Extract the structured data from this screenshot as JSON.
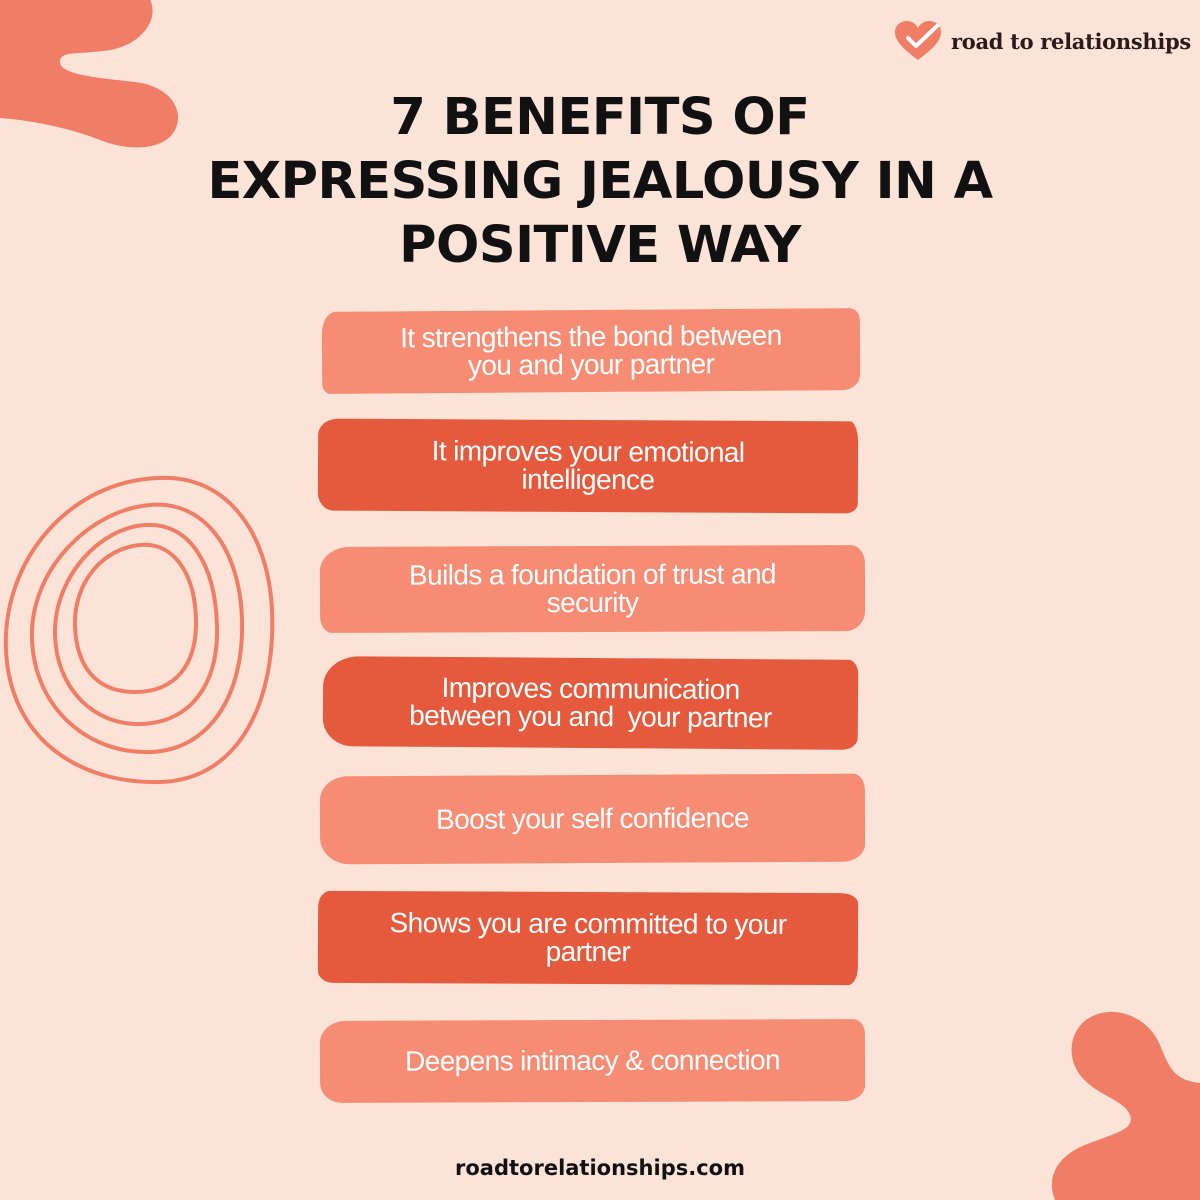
{
  "brand": {
    "name": "road to relationships",
    "icon": "heart-check-icon"
  },
  "title": {
    "line1": "7 BENEFITS OF",
    "line2": "EXPRESSING JEALOUSY IN A",
    "line3": "POSITIVE WAY"
  },
  "benefits": [
    {
      "lines": [
        "It strengthens the bond between",
        "you and your partner"
      ]
    },
    {
      "lines": [
        "It improves your emotional",
        "intelligence"
      ]
    },
    {
      "lines": [
        "Builds a foundation of trust and",
        "security"
      ]
    },
    {
      "lines": [
        "Improves communication",
        "between you and  your partner"
      ]
    },
    {
      "lines": [
        "Boost your self confidence"
      ]
    },
    {
      "lines": [
        "Shows you are committed to your",
        "partner"
      ]
    },
    {
      "lines": [
        "Deepens intimacy & connection"
      ]
    }
  ],
  "footer": {
    "website": "roadtorelationships.com"
  },
  "colors": {
    "background": "#fbe3d8",
    "accent_light": "#f58c73",
    "accent_dark": "#e55a3c",
    "text": "#111111"
  }
}
